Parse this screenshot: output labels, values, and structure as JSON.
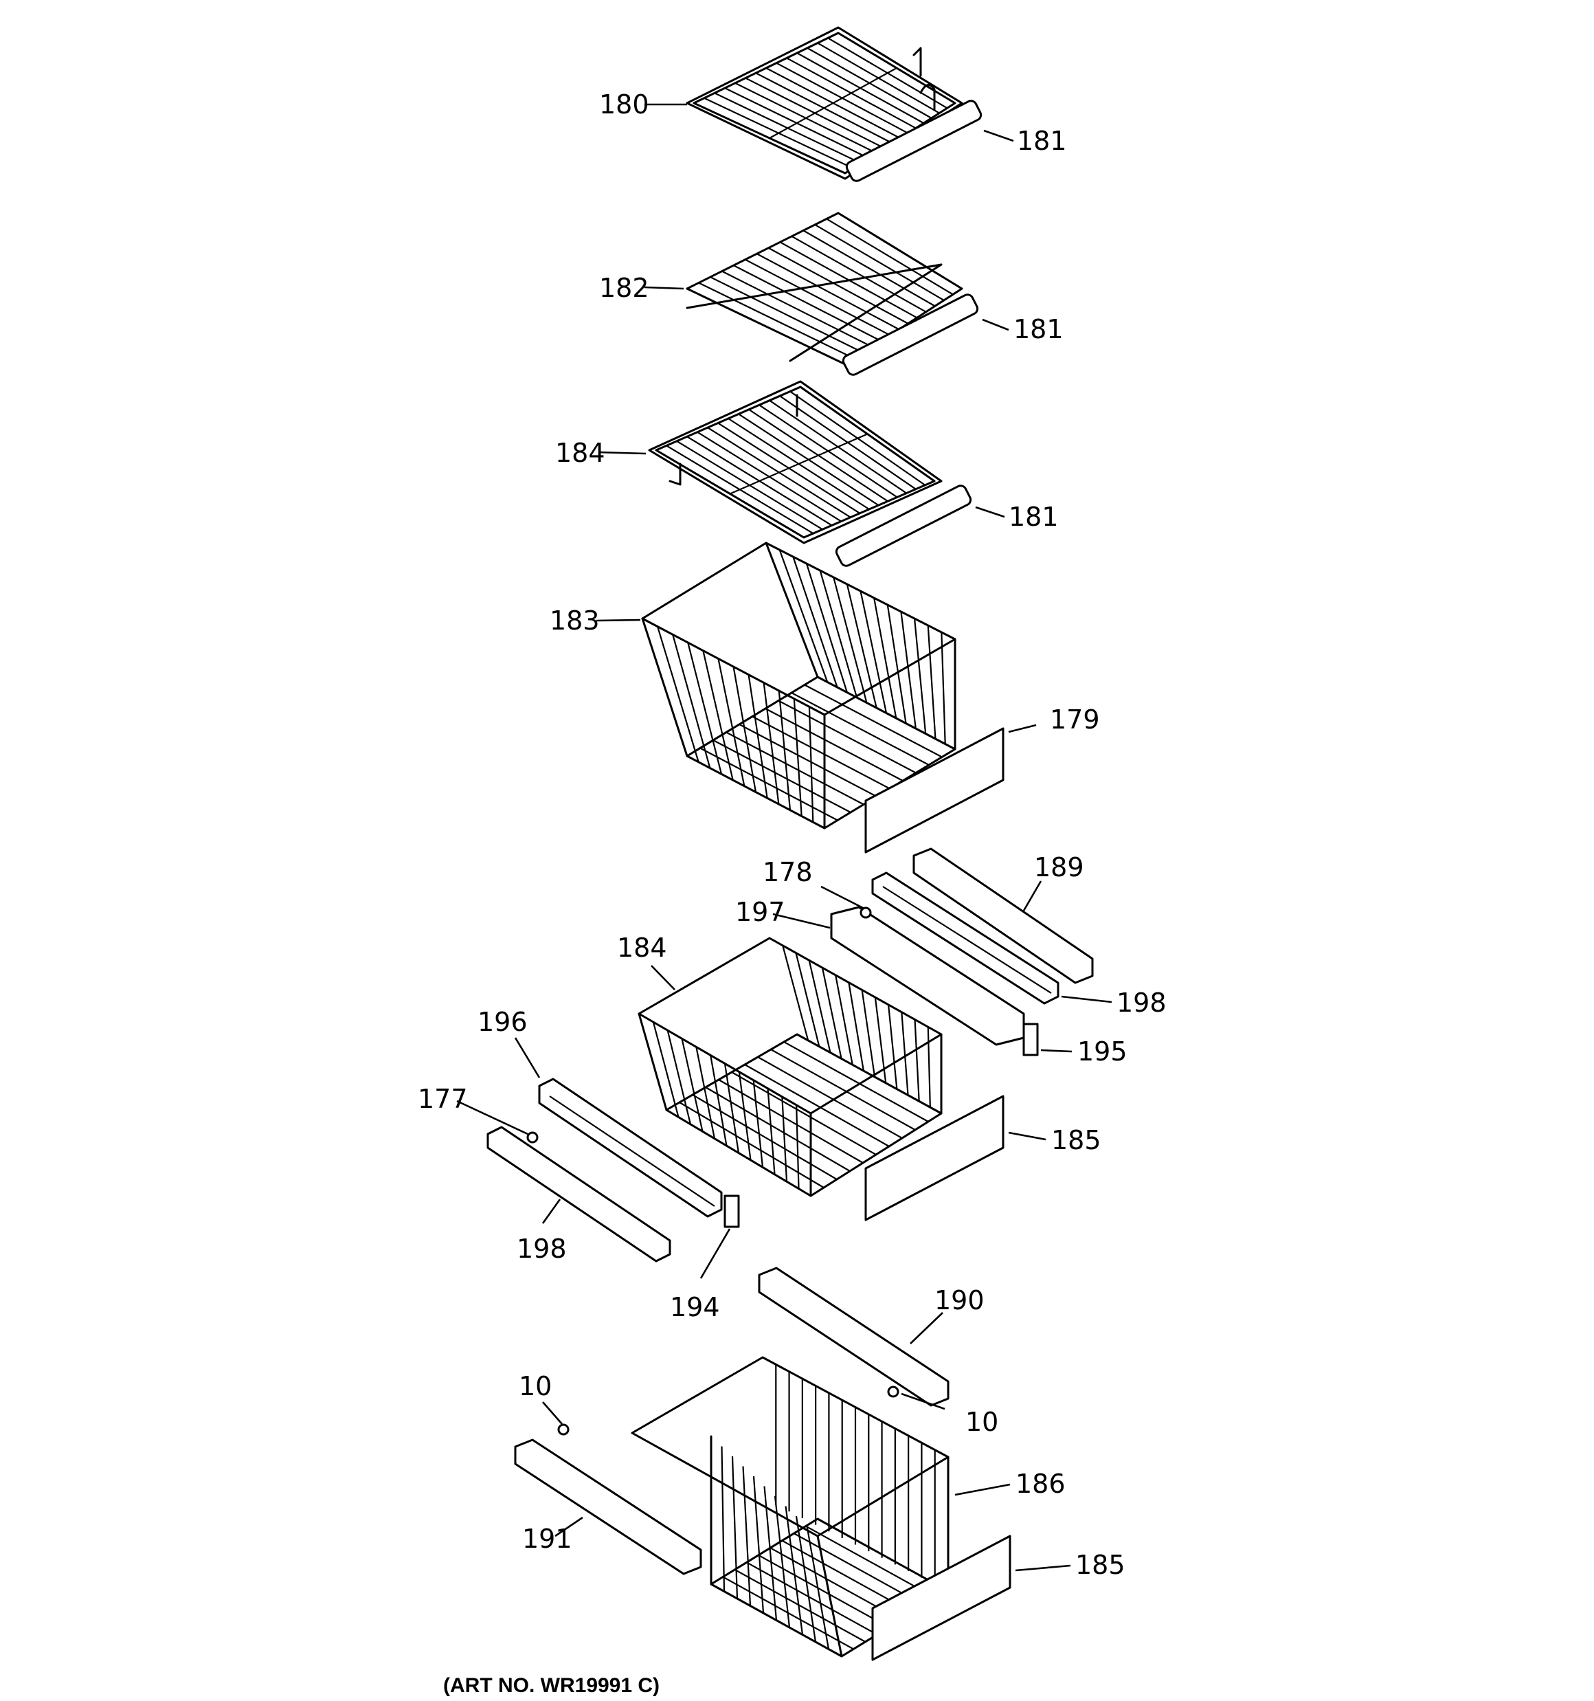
{
  "diagram": {
    "parts": [
      {
        "id": "shelf-180",
        "callouts": [
          "180",
          "181"
        ]
      },
      {
        "id": "shelf-182",
        "callouts": [
          "182",
          "181"
        ]
      },
      {
        "id": "shelf-184",
        "callouts": [
          "184",
          "181"
        ]
      },
      {
        "id": "basket-183",
        "callouts": [
          "183",
          "179"
        ]
      },
      {
        "id": "basket-184",
        "callouts": [
          "184",
          "185",
          "178",
          "189",
          "197",
          "198",
          "195",
          "196",
          "177",
          "194"
        ]
      },
      {
        "id": "basket-186",
        "callouts": [
          "186",
          "185",
          "190",
          "10",
          "191"
        ]
      }
    ],
    "labels": {
      "l180": "180",
      "l181a": "181",
      "l182": "182",
      "l181b": "181",
      "l184a": "184",
      "l181c": "181",
      "l183": "183",
      "l179": "179",
      "l178": "178",
      "l189": "189",
      "l197": "197",
      "l184b": "184",
      "l198a": "198",
      "l195": "195",
      "l196": "196",
      "l177": "177",
      "l185a": "185",
      "l198b": "198",
      "l194": "194",
      "l190": "190",
      "l10a": "10",
      "l10b": "10",
      "l186": "186",
      "l191": "191",
      "l185b": "185"
    },
    "art_number": "(ART NO. WR19991 C)"
  }
}
